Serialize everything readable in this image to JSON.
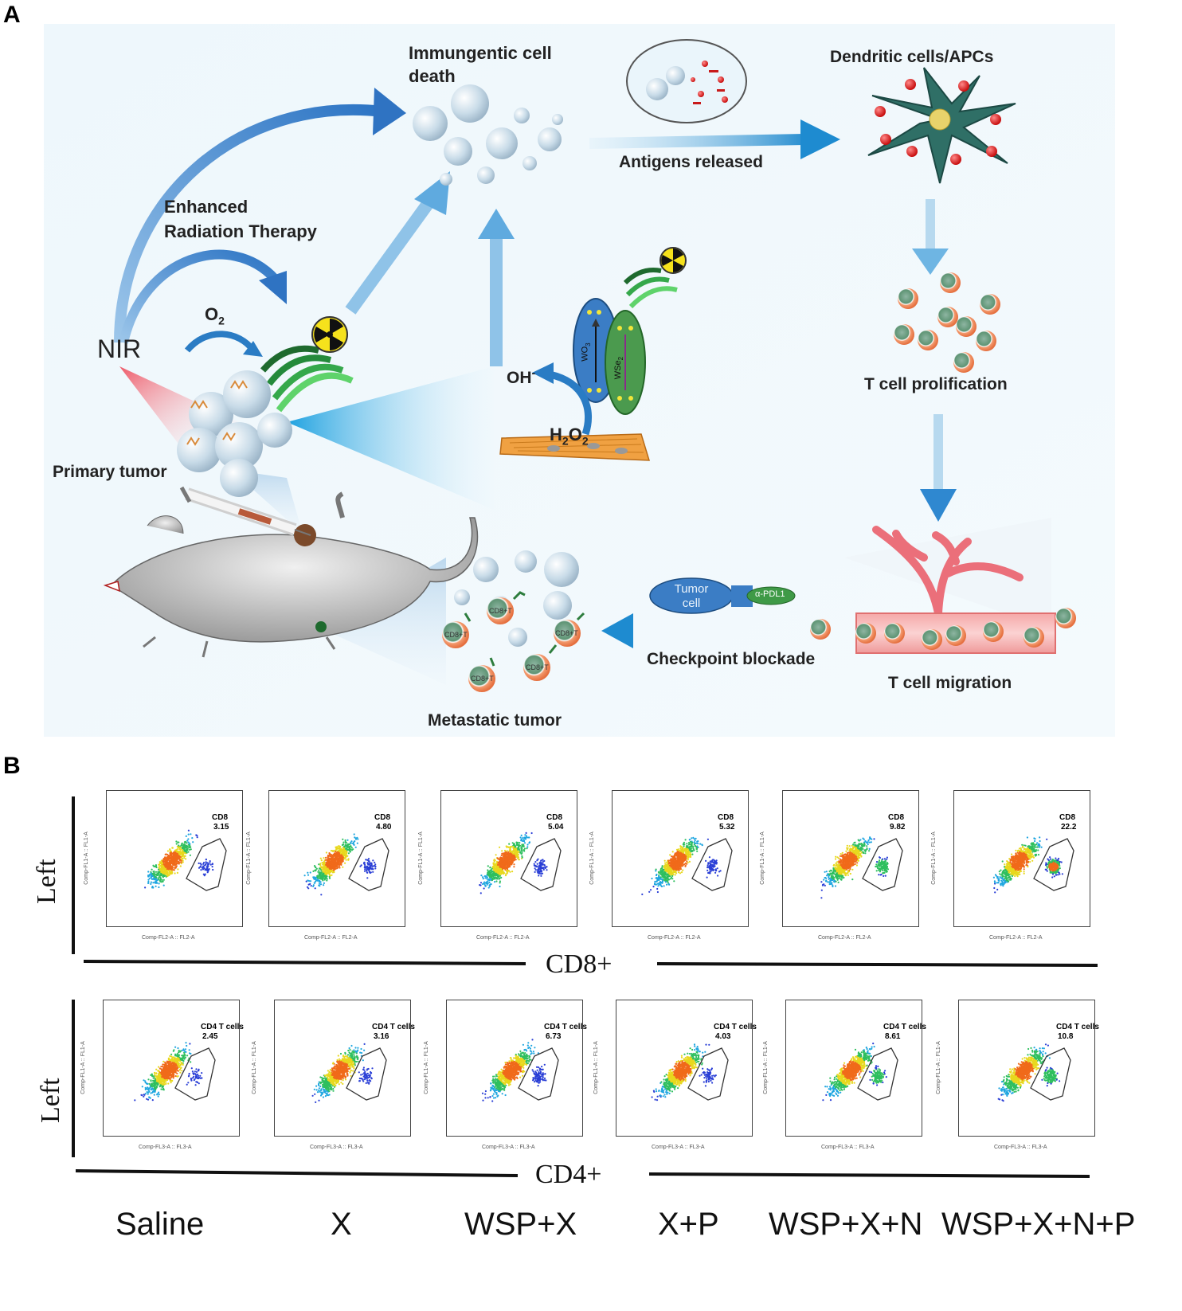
{
  "panel_a": {
    "letter": "A",
    "labels": {
      "icd": "Immungentic cell\ndeath",
      "dc": "Dendritic cells/APCs",
      "antigens": "Antigens released",
      "ert": "Enhanced\nRadiation Therapy",
      "o2": "O",
      "o2_sub": "2",
      "nir": "NIR",
      "oh": "OH",
      "oh_sup": "-",
      "h2o2": "H",
      "h2o2_a": "2",
      "h2o2_b": "O",
      "h2o2_c": "2",
      "wo3": "WO",
      "wo3_sub": "3",
      "wse2": "WSe",
      "wse2_sub": "2",
      "tprolif": "T cell prolification",
      "primary": "Primary tumor",
      "tumor_cell": "Tumor\ncell",
      "apdl1": "α-PDL1",
      "checkpoint": "Checkpoint blockade",
      "tmigration": "T cell migration",
      "metastatic": "Metastatic tumor",
      "cd8t": "CD8+T"
    }
  },
  "panel_b": {
    "letter": "B",
    "row_label": "Left",
    "cd8_axis": "CD8+",
    "cd4_axis": "CD4+",
    "groups": [
      "Saline",
      "X",
      "WSP+X",
      "X+P",
      "WSP+X+N",
      "WSP+X+N+P"
    ],
    "cd8_gate_name": "CD8",
    "cd4_gate_name": "CD4 T cells",
    "cd8_values": [
      "3.15",
      "4.80",
      "5.04",
      "5.32",
      "9.82",
      "22.2"
    ],
    "cd4_values": [
      "2.45",
      "3.16",
      "6.73",
      "4.03",
      "8.61",
      "10.8"
    ],
    "cd8_yaxis": "Comp-FL1-A :: FL1-A",
    "cd8_xaxis": "Comp-FL2-A :: FL2-A",
    "cd4_yaxis": "Comp-FL1-A :: FL1-A",
    "cd4_xaxis": "Comp-FL3-A :: FL3-A"
  }
}
